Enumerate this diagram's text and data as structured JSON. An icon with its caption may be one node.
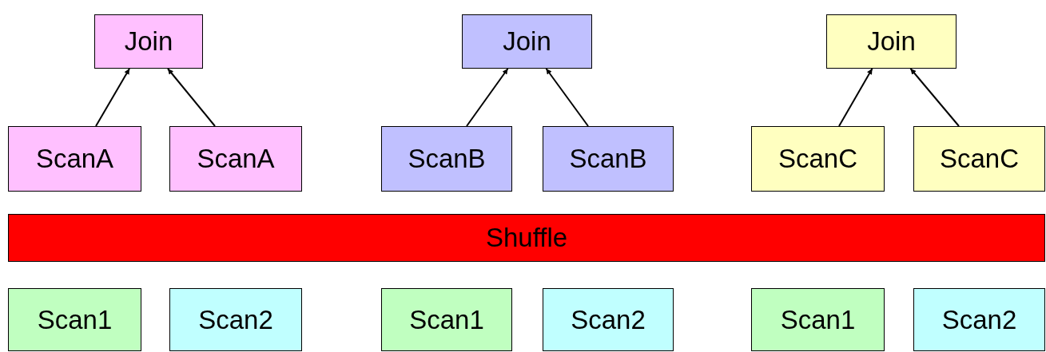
{
  "diagram": {
    "nodes": [
      {
        "text": [
          "Join"
        ]
      },
      {
        "text": [
          "Join"
        ]
      },
      {
        "text": [
          "Join"
        ]
      },
      {
        "text": [
          "ScanA"
        ]
      },
      {
        "text": [
          "ScanA"
        ]
      },
      {
        "text": [
          "ScanB"
        ]
      },
      {
        "text": [
          "ScanB"
        ]
      },
      {
        "text": [
          "ScanC"
        ]
      },
      {
        "text": [
          "ScanC"
        ]
      },
      {
        "text": [
          "Shuffle"
        ]
      },
      {
        "text": [
          "Scan1"
        ]
      },
      {
        "text": [
          "Scan2"
        ]
      },
      {
        "text": [
          "Scan1"
        ]
      },
      {
        "text": [
          "Scan2"
        ]
      },
      {
        "text": [
          "Scan1"
        ]
      },
      {
        "text": [
          "Scan2"
        ]
      }
    ],
    "edges": [
      {
        "from": 3,
        "to": 0,
        "arrow": "to"
      },
      {
        "from": 4,
        "to": 0,
        "arrow": "to"
      },
      {
        "from": 5,
        "to": 1,
        "arrow": "to"
      },
      {
        "from": 6,
        "to": 1,
        "arrow": "to"
      },
      {
        "from": 7,
        "to": 2,
        "arrow": "to"
      },
      {
        "from": 8,
        "to": 2,
        "arrow": "to"
      }
    ]
  }
}
